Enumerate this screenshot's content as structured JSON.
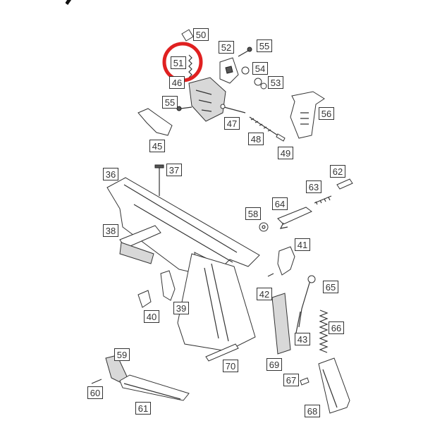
{
  "highlight": {
    "part": "51",
    "color": "#e02020"
  },
  "parts": [
    {
      "number": "50",
      "name": "part-50"
    },
    {
      "number": "51",
      "name": "part-51"
    },
    {
      "number": "52",
      "name": "part-52"
    },
    {
      "number": "55",
      "name": "part-55-top"
    },
    {
      "number": "54",
      "name": "part-54"
    },
    {
      "number": "53",
      "name": "part-53"
    },
    {
      "number": "46",
      "name": "part-46"
    },
    {
      "number": "55",
      "name": "part-55-left"
    },
    {
      "number": "56",
      "name": "part-56"
    },
    {
      "number": "47",
      "name": "part-47"
    },
    {
      "number": "48",
      "name": "part-48"
    },
    {
      "number": "45",
      "name": "part-45"
    },
    {
      "number": "49",
      "name": "part-49"
    },
    {
      "number": "36",
      "name": "part-36"
    },
    {
      "number": "37",
      "name": "part-37"
    },
    {
      "number": "62",
      "name": "part-62"
    },
    {
      "number": "63",
      "name": "part-63"
    },
    {
      "number": "64",
      "name": "part-64"
    },
    {
      "number": "58",
      "name": "part-58"
    },
    {
      "number": "38",
      "name": "part-38"
    },
    {
      "number": "41",
      "name": "part-41"
    },
    {
      "number": "42",
      "name": "part-42"
    },
    {
      "number": "65",
      "name": "part-65"
    },
    {
      "number": "40",
      "name": "part-40"
    },
    {
      "number": "39",
      "name": "part-39"
    },
    {
      "number": "43",
      "name": "part-43"
    },
    {
      "number": "66",
      "name": "part-66"
    },
    {
      "number": "59",
      "name": "part-59"
    },
    {
      "number": "70",
      "name": "part-70"
    },
    {
      "number": "69",
      "name": "part-69"
    },
    {
      "number": "67",
      "name": "part-67"
    },
    {
      "number": "60",
      "name": "part-60"
    },
    {
      "number": "61",
      "name": "part-61"
    },
    {
      "number": "68",
      "name": "part-68"
    }
  ]
}
